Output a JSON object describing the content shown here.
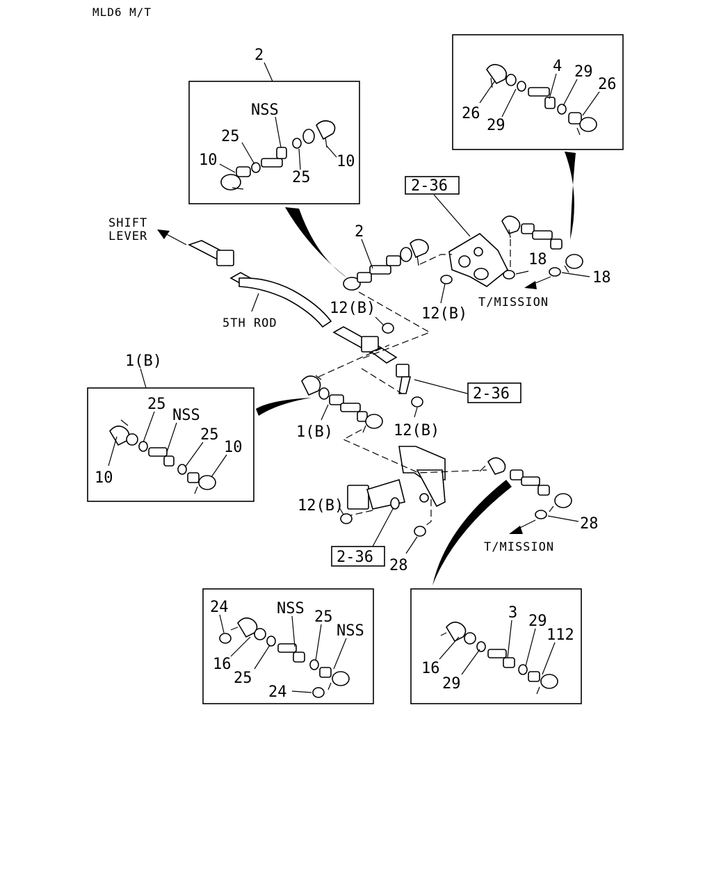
{
  "header": {
    "title": "MLD6 M/T"
  },
  "captions": {
    "shift_lever_1": "SHIFT",
    "shift_lever_2": "LEVER",
    "fifth_rod": "5TH ROD",
    "tmission_upper": "T/MISSION",
    "tmission_lower": "T/MISSION"
  },
  "callouts": {
    "box_a_ref": "2",
    "box_a_nss": "NSS",
    "box_a_25_left": "25",
    "box_a_10_left": "10",
    "box_a_25_right": "25",
    "box_a_10_right": "10",
    "box_b_4": "4",
    "box_b_29_top": "29",
    "box_b_26_top": "26",
    "box_b_26_left": "26",
    "box_b_29_bottom": "29",
    "box_c_ref": "1(B)",
    "box_c_25_top": "25",
    "box_c_nss": "NSS",
    "box_c_25_right": "25",
    "box_c_10_right": "10",
    "box_c_10_left": "10",
    "box_d_24_top": "24",
    "box_d_nss_1": "NSS",
    "box_d_25_top": "25",
    "box_d_nss_2": "NSS",
    "box_d_16": "16",
    "box_d_25_bottom": "25",
    "box_d_24_bottom": "24",
    "box_e_3": "3",
    "box_e_29_top": "29",
    "box_e_112": "112",
    "box_e_16": "16",
    "box_e_29_bottom": "29",
    "main_2": "2",
    "main_ref_236_top": "2-36",
    "main_18_a": "18",
    "main_18_b": "18",
    "main_12b_upper_right": "12(B)",
    "main_12b_upper_mid": "12(B)",
    "main_ref_236_mid": "2-36",
    "main_1b": "1(B)",
    "main_12b_lower_mid": "12(B)",
    "main_12b_lower_left": "12(B)",
    "main_28_a": "28",
    "main_28_b": "28",
    "main_ref_236_bottom": "2-36"
  }
}
